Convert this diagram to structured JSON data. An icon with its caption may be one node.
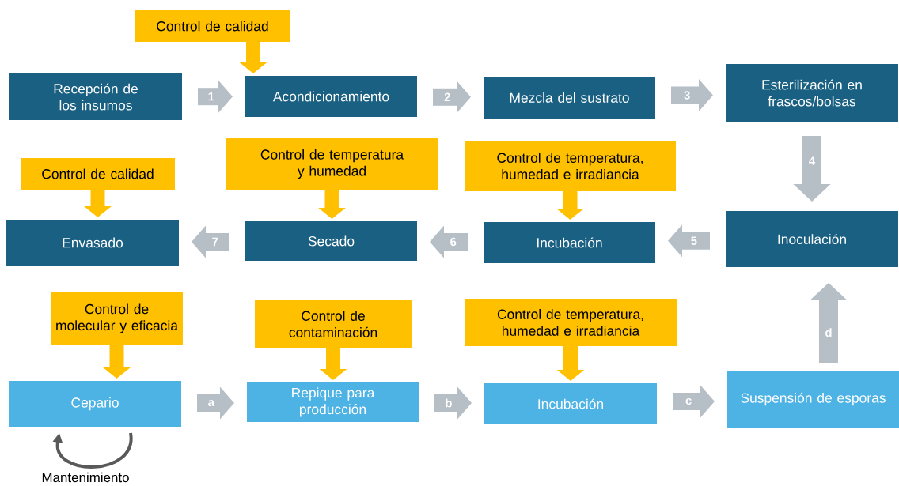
{
  "diagram": {
    "nodes": [
      {
        "text": [
          "Control de calidad"
        ]
      },
      {
        "text": [
          "Recepción de los insumos"
        ]
      },
      {
        "text": [
          "Acondicionamiento"
        ]
      },
      {
        "text": [
          "Mezcla del sustrato"
        ]
      },
      {
        "text": [
          "Esterilización en frascos/bolsas"
        ]
      },
      {
        "text": [
          "Control de calidad"
        ]
      },
      {
        "text": [
          "Control de temperatura y humedad"
        ]
      },
      {
        "text": [
          "Control de temperatura, humedad e irradiancia"
        ]
      },
      {
        "text": [
          "Envasado"
        ]
      },
      {
        "text": [
          "Secado"
        ]
      },
      {
        "text": [
          "Incubación"
        ]
      },
      {
        "text": [
          "Inoculación"
        ]
      },
      {
        "text": [
          "Control de molecular y eficacia"
        ]
      },
      {
        "text": [
          "Control de contaminación"
        ]
      },
      {
        "text": [
          "Control de temperatura, humedad e irradiancia"
        ]
      },
      {
        "text": [
          "Cepario"
        ]
      },
      {
        "text": [
          "Repique para producción"
        ]
      },
      {
        "text": [
          "Incubación"
        ]
      },
      {
        "text": [
          "Suspensión de esporas"
        ]
      }
    ],
    "edges": [
      {
        "from": 1,
        "to": 2,
        "arrow": "to",
        "label": "1"
      },
      {
        "from": 2,
        "to": 3,
        "arrow": "to",
        "label": "2"
      },
      {
        "from": 3,
        "to": 4,
        "arrow": "to",
        "label": "3"
      },
      {
        "from": 4,
        "to": 11,
        "arrow": "to",
        "label": "4"
      },
      {
        "from": 11,
        "to": 10,
        "arrow": "to",
        "label": "5"
      },
      {
        "from": 10,
        "to": 9,
        "arrow": "to",
        "label": "6"
      },
      {
        "from": 9,
        "to": 8,
        "arrow": "to",
        "label": "7"
      },
      {
        "from": 15,
        "to": 16,
        "arrow": "to",
        "label": "a"
      },
      {
        "from": 16,
        "to": 17,
        "arrow": "to",
        "label": "b"
      },
      {
        "from": 17,
        "to": 18,
        "arrow": "to",
        "label": "c"
      },
      {
        "from": 18,
        "to": 11,
        "arrow": "to",
        "label": "d"
      },
      {
        "from": 0,
        "to": 2,
        "arrow": "to",
        "color": "#ffc000"
      },
      {
        "from": 5,
        "to": 8,
        "arrow": "to",
        "color": "#ffc000"
      },
      {
        "from": 6,
        "to": 9,
        "arrow": "to",
        "color": "#ffc000"
      },
      {
        "from": 7,
        "to": 10,
        "arrow": "to",
        "color": "#ffc000"
      },
      {
        "from": 12,
        "to": 15,
        "arrow": "to",
        "color": "#ffc000"
      },
      {
        "from": 13,
        "to": 16,
        "arrow": "to",
        "color": "#ffc000"
      },
      {
        "from": 14,
        "to": 17,
        "arrow": "to",
        "color": "#ffc000"
      },
      {
        "from": 15,
        "to": 15,
        "arrow": "to",
        "color": "#595959",
        "label": "Mantenimiento"
      }
    ]
  }
}
